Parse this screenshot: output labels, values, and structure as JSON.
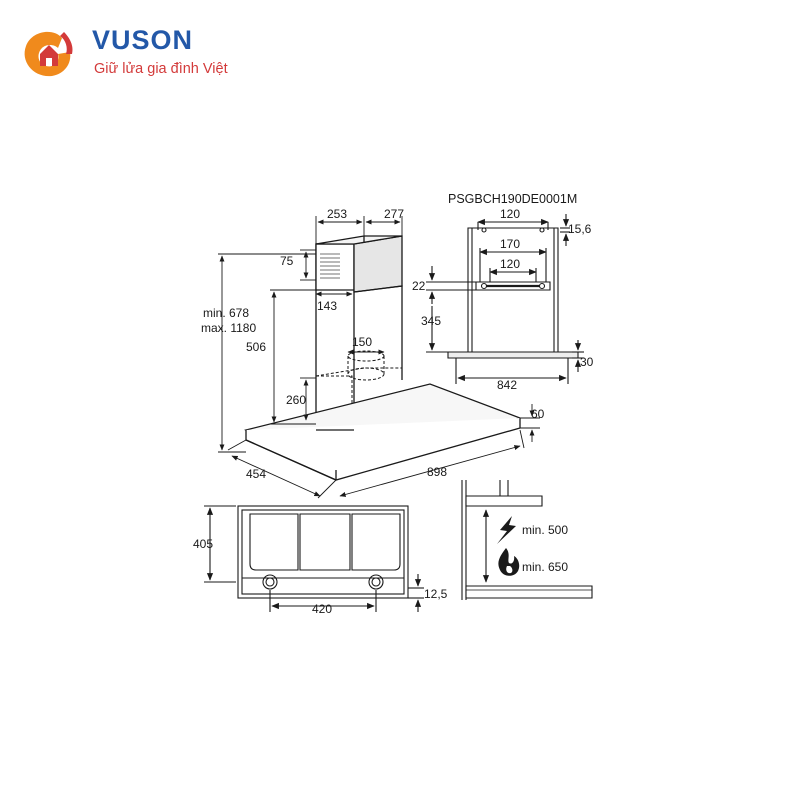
{
  "brand": {
    "name": "VUSON",
    "slogan": "Giữ lửa gia đình Việt"
  },
  "colors": {
    "brand_blue": "#2358a8",
    "brand_red": "#d33a3a",
    "brand_orange": "#f08a1c",
    "line": "#1a1a1a"
  },
  "drawing": {
    "model_code": "PSGBCH190DE0001M",
    "dims": {
      "d253": "253",
      "d277": "277",
      "d75": "75",
      "min_height": "min. 678",
      "max_height": "max. 1180",
      "d143": "143",
      "d506": "506",
      "d150": "150",
      "d260": "260",
      "d60": "60",
      "d454": "454",
      "d898": "898",
      "d120_top": "120",
      "d15_6": "15,6",
      "d170": "170",
      "d120_mid": "120",
      "d22": "22",
      "d345": "345",
      "d30": "30",
      "d842": "842",
      "d405": "405",
      "d420": "420",
      "d12_5": "12,5",
      "min_electric": "min. 500",
      "min_gas": "min. 650"
    },
    "icons": {
      "electric": "lightning-icon",
      "gas": "flame-icon"
    }
  }
}
